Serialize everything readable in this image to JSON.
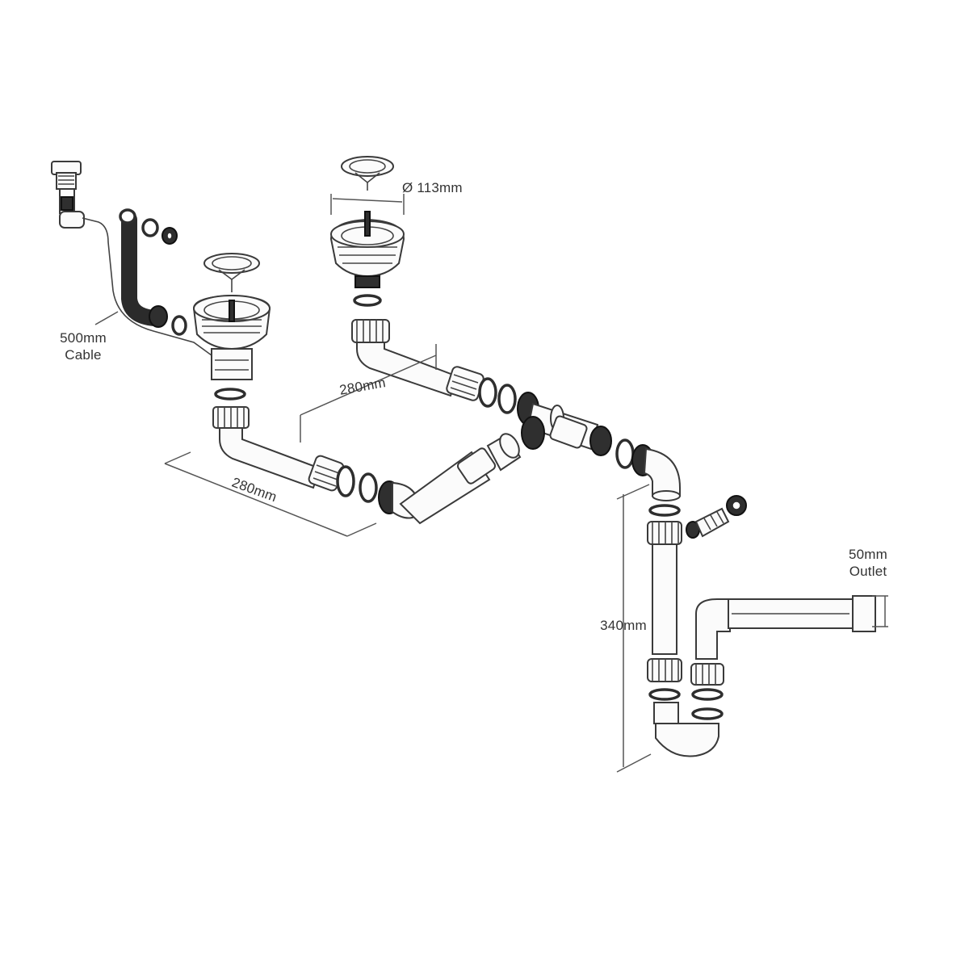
{
  "labels": {
    "cable": "500mm",
    "cable_line2": "Cable",
    "pipe_left": "280mm",
    "pipe_middle": "280mm",
    "strainer_dia": "Ø 113mm",
    "trap_height": "340mm",
    "outlet": "50mm",
    "outlet_line2": "Outlet"
  }
}
